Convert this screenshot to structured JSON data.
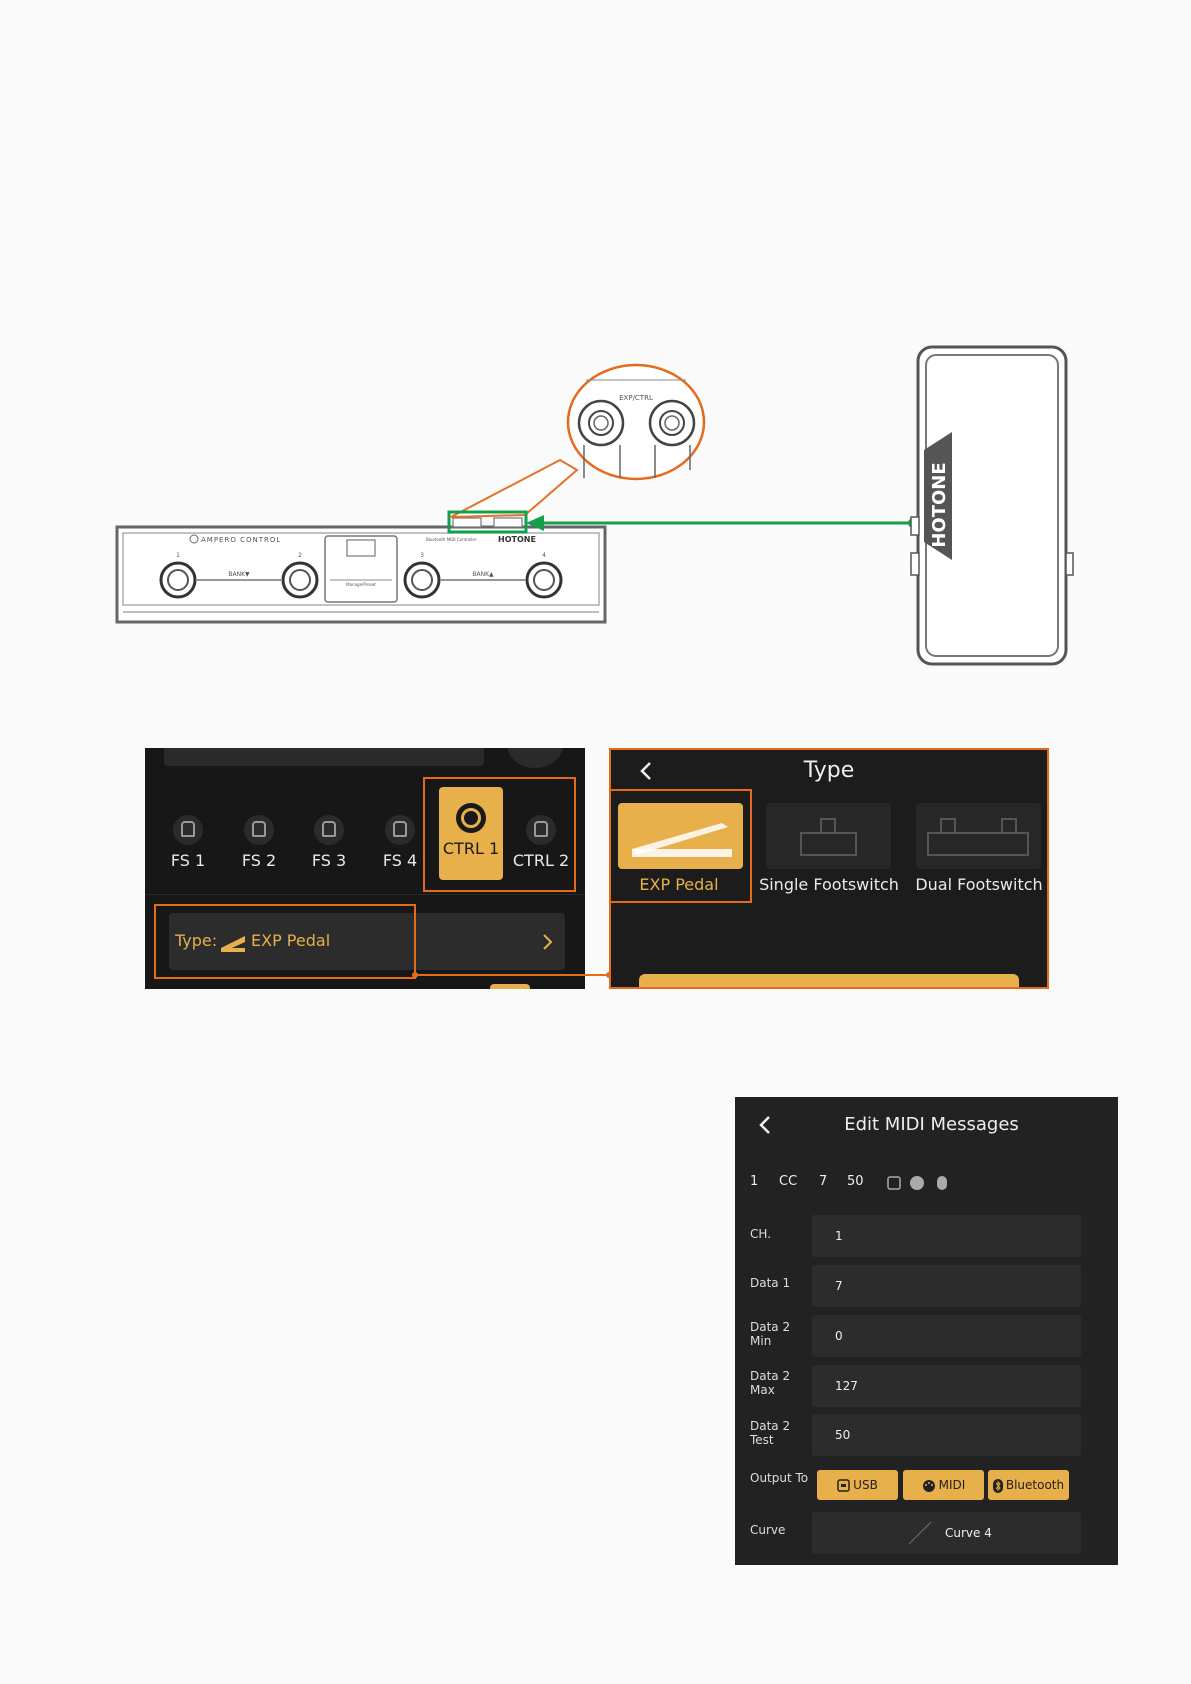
{
  "diagram": {
    "exp_ctrl_label": "EXP/CTRL",
    "brand_left": "AMPERO CONTROL",
    "subtitle": "Bluetooth MIDI Controller",
    "brand_right": "HOTONE",
    "switch_numbers": [
      "1",
      "2",
      "3",
      "4"
    ],
    "bank_down": "BANK▼",
    "bank_up": "BANK▲",
    "center_small": "Manage/Preset",
    "pedal_brand": "HOTONE",
    "colors": {
      "highlight": "#e46b1c",
      "connector": "#12a04a"
    }
  },
  "switch_screen": {
    "switches": [
      {
        "label": "FS 1",
        "active": false
      },
      {
        "label": "FS 2",
        "active": false
      },
      {
        "label": "FS 3",
        "active": false
      },
      {
        "label": "FS 4",
        "active": false
      },
      {
        "label": "CTRL 1",
        "active": true
      },
      {
        "label": "CTRL 2",
        "active": false
      }
    ],
    "type_prefix": "Type:",
    "type_value": "EXP Pedal",
    "chevron_icon": "chevron-right-icon"
  },
  "type_screen": {
    "back_icon": "chevron-left-icon",
    "title": "Type",
    "options": [
      {
        "label": "EXP Pedal",
        "active": true
      },
      {
        "label": "Single Footswitch",
        "active": false
      },
      {
        "label": "Dual Footswitch",
        "active": false
      }
    ]
  },
  "midi": {
    "back_icon": "chevron-left-icon",
    "title": "Edit MIDI Messages",
    "summary": {
      "ch": "1",
      "type": "CC",
      "data1": "7",
      "data2": "50"
    },
    "rows": [
      {
        "label": "CH.",
        "value": "1"
      },
      {
        "label": "Data 1",
        "value": "7"
      },
      {
        "label": "Data 2 Min",
        "value": "0"
      },
      {
        "label": "Data 2 Max",
        "value": "127"
      },
      {
        "label": "Data 2 Test",
        "value": "50"
      }
    ],
    "output_label": "Output To",
    "outputs": [
      "USB",
      "MIDI",
      "Bluetooth"
    ],
    "curve_label": "Curve",
    "curve_value": "Curve 4",
    "accent": "#e8b04a"
  }
}
